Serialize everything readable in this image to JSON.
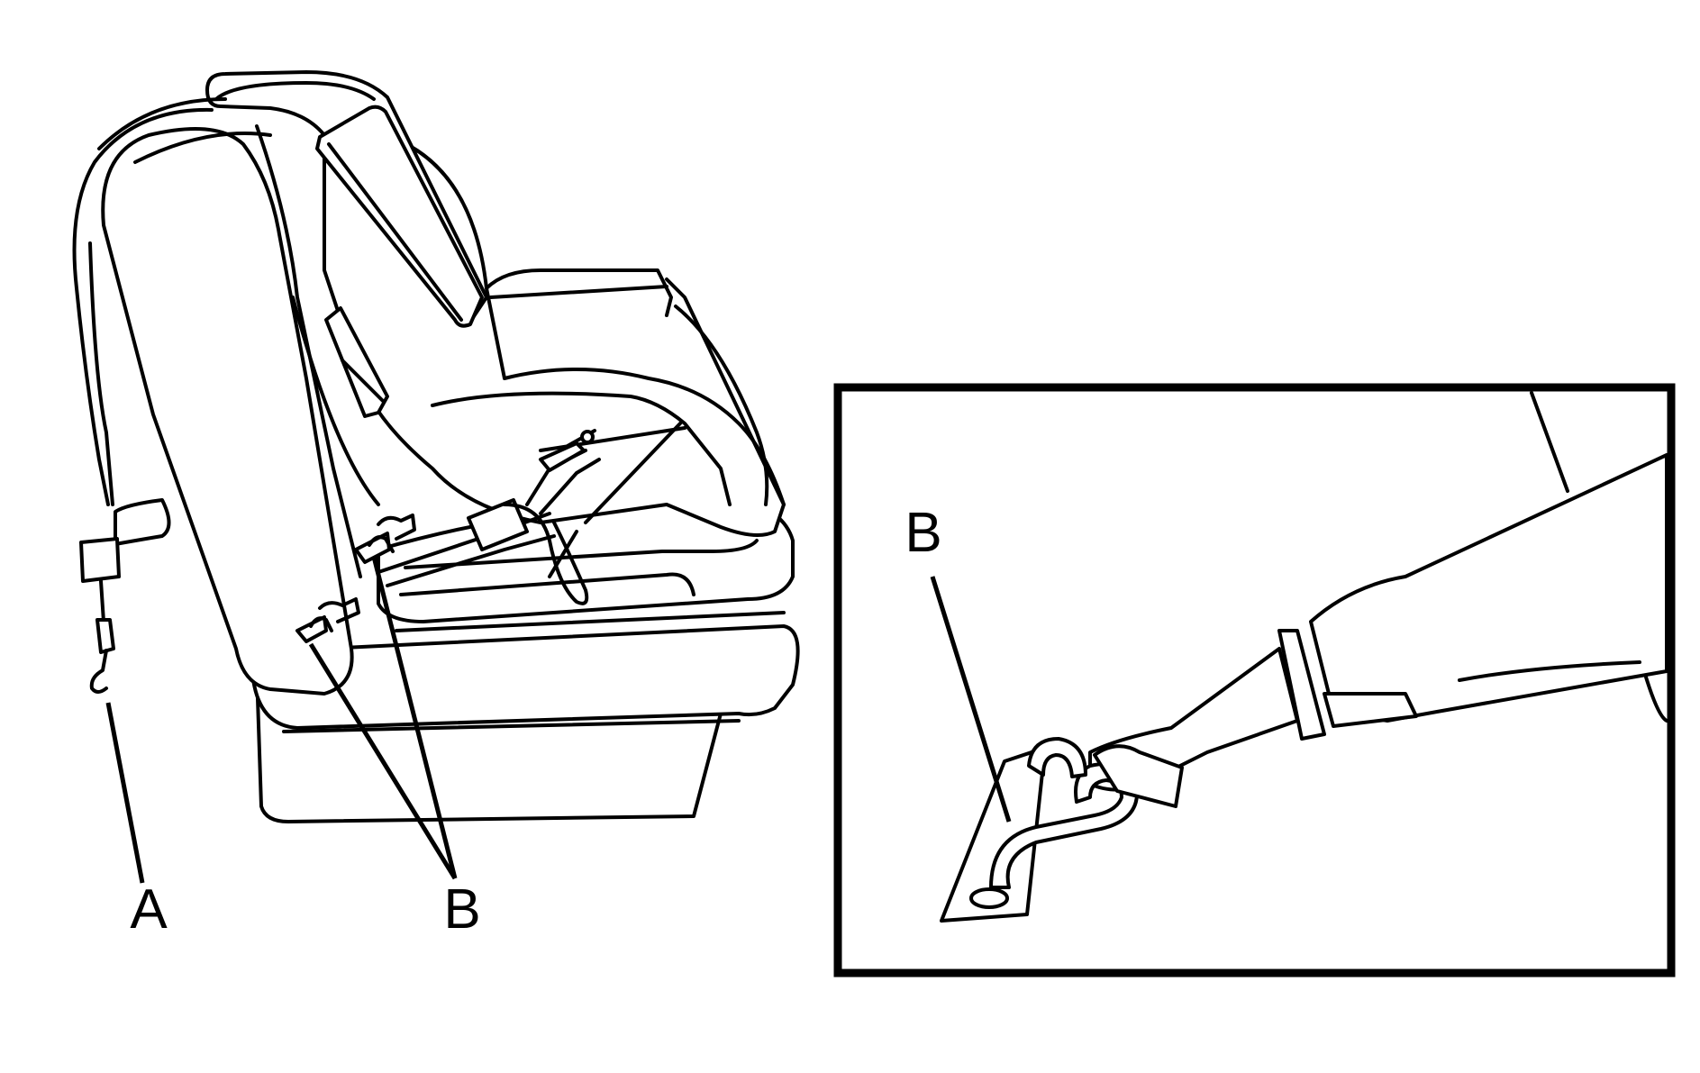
{
  "labels": {
    "a": "A",
    "b": "B",
    "inset_b": "B"
  },
  "colors": {
    "line": "#000000",
    "background": "#ffffff"
  }
}
